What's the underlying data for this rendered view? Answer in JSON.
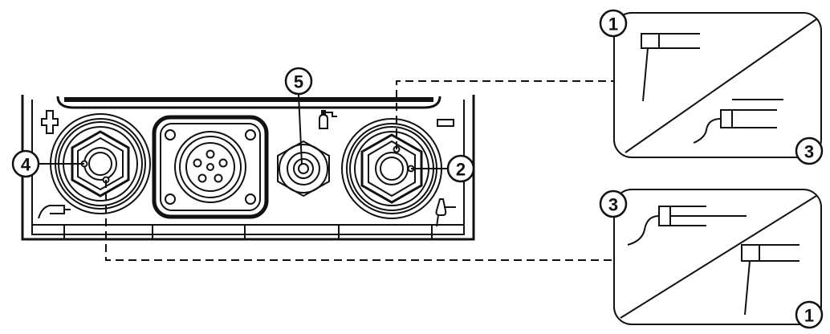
{
  "diagram": {
    "colors": {
      "line": "#111111",
      "panel_fill": "#ffffff",
      "screw_fill": "#ffffff"
    },
    "callouts": {
      "left_terminal": "4",
      "right_terminal": "2",
      "gas_connector": "5",
      "top_panel_label_a": "1",
      "top_panel_label_b": "3",
      "bottom_panel_label_a": "3",
      "bottom_panel_label_b": "1"
    },
    "icons": {
      "plus_symbol": "plus-icon",
      "minus_symbol": "minus-icon",
      "gas_symbol": "gas-cylinder-icon",
      "left_cable_symbol": "cable-plug-icon",
      "right_cable_symbol": "torch-plug-icon"
    }
  }
}
